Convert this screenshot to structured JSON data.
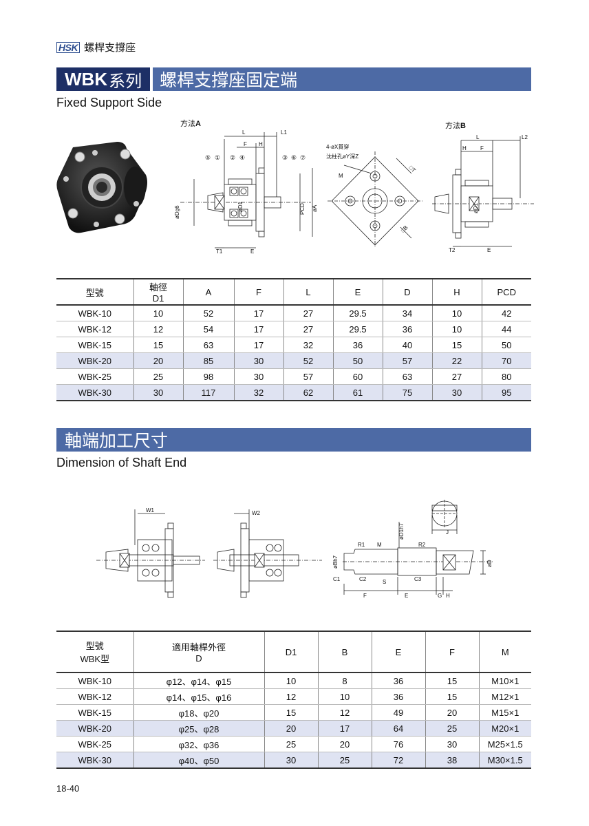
{
  "header": {
    "logo": "HSK",
    "title": "螺桿支撐座"
  },
  "section1": {
    "series": "WBK",
    "series_suffix": "系列",
    "title": "螺桿支撐座固定端",
    "subtitle": "Fixed Support Side"
  },
  "diagrams": {
    "method_a_prefix": "方法",
    "method_a_letter": "A",
    "method_b_prefix": "方法",
    "method_b_letter": "B",
    "labels": {
      "L": "L",
      "L1": "L1",
      "F": "F",
      "H": "H",
      "n5": "⑤",
      "n1": "①",
      "n2": "②",
      "n4": "④",
      "n3": "③",
      "n6": "⑥",
      "n7": "⑦",
      "Dg6": "øDg6",
      "D1": "øD1",
      "PCD": "PCD",
      "A": "øA",
      "T1": "T1",
      "E": "E",
      "hole1": "4-øX貫穿",
      "hole2": "沈柱孔øY深Z",
      "M": "M",
      "T": "□T",
      "B": "□B",
      "L2": "L2",
      "T2": "T2"
    }
  },
  "table1": {
    "headers": [
      "型號",
      "軸徑",
      "A",
      "F",
      "L",
      "E",
      "D",
      "H",
      "PCD"
    ],
    "header_sub": "D1",
    "rows": [
      [
        "WBK-10",
        "10",
        "52",
        "17",
        "27",
        "29.5",
        "34",
        "10",
        "42"
      ],
      [
        "WBK-12",
        "12",
        "54",
        "17",
        "27",
        "29.5",
        "36",
        "10",
        "44"
      ],
      [
        "WBK-15",
        "15",
        "63",
        "17",
        "32",
        "36",
        "40",
        "15",
        "50"
      ],
      [
        "WBK-20",
        "20",
        "85",
        "30",
        "52",
        "50",
        "57",
        "22",
        "70"
      ],
      [
        "WBK-25",
        "25",
        "98",
        "30",
        "57",
        "60",
        "63",
        "27",
        "80"
      ],
      [
        "WBK-30",
        "30",
        "117",
        "32",
        "62",
        "61",
        "75",
        "30",
        "95"
      ]
    ]
  },
  "section2": {
    "title": "軸端加工尺寸",
    "subtitle": "Dimension of Shaft End",
    "labels": {
      "W1": "W1",
      "W2": "W2",
      "J": "J",
      "R1": "R1",
      "M": "M",
      "D1h7": "øD1h7",
      "R2": "R2",
      "Bh7": "øBh7",
      "D": "øD",
      "C1": "C1",
      "C2": "C2",
      "S": "S",
      "C3": "C3",
      "F": "F",
      "E": "E",
      "G": "G",
      "H": "H"
    }
  },
  "table2": {
    "h0a": "型號",
    "h0b": "WBK型",
    "h1a": "適用軸桿外徑",
    "h1b": "D",
    "headers_rest": [
      "D1",
      "B",
      "E",
      "F",
      "M"
    ],
    "rows": [
      [
        "WBK-10",
        "φ12、φ14、φ15",
        "10",
        "8",
        "36",
        "15",
        "M10×1"
      ],
      [
        "WBK-12",
        "φ14、φ15、φ16",
        "12",
        "10",
        "36",
        "15",
        "M12×1"
      ],
      [
        "WBK-15",
        "φ18、φ20",
        "15",
        "12",
        "49",
        "20",
        "M15×1"
      ],
      [
        "WBK-20",
        "φ25、φ28",
        "20",
        "17",
        "64",
        "25",
        "M20×1"
      ],
      [
        "WBK-25",
        "φ32、φ36",
        "25",
        "20",
        "76",
        "30",
        "M25×1.5"
      ],
      [
        "WBK-30",
        "φ40、φ50",
        "30",
        "25",
        "72",
        "38",
        "M30×1.5"
      ]
    ]
  },
  "footer": {
    "page": "18-40"
  }
}
